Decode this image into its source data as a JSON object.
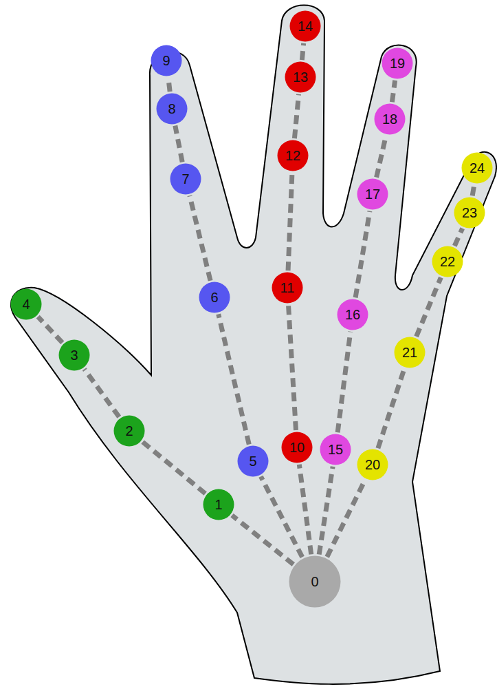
{
  "diagram": {
    "nodes": [
      {
        "text": [
          "0"
        ]
      },
      {
        "text": [
          "1"
        ]
      },
      {
        "text": [
          "2"
        ]
      },
      {
        "text": [
          "3"
        ]
      },
      {
        "text": [
          "4"
        ]
      },
      {
        "text": [
          "5"
        ]
      },
      {
        "text": [
          "6"
        ]
      },
      {
        "text": [
          "7"
        ]
      },
      {
        "text": [
          "8"
        ]
      },
      {
        "text": [
          "9"
        ]
      },
      {
        "text": [
          "10"
        ]
      },
      {
        "text": [
          "11"
        ]
      },
      {
        "text": [
          "12"
        ]
      },
      {
        "text": [
          "13"
        ]
      },
      {
        "text": [
          "14"
        ]
      },
      {
        "text": [
          "15"
        ]
      },
      {
        "text": [
          "16"
        ]
      },
      {
        "text": [
          "17"
        ]
      },
      {
        "text": [
          "18"
        ]
      },
      {
        "text": [
          "19"
        ]
      },
      {
        "text": [
          "20"
        ]
      },
      {
        "text": [
          "21"
        ]
      },
      {
        "text": [
          "22"
        ]
      },
      {
        "text": [
          "23"
        ]
      },
      {
        "text": [
          "24"
        ]
      }
    ],
    "edges": [
      {
        "from": 0,
        "to": 1,
        "arrow": "none"
      },
      {
        "from": 1,
        "to": 2,
        "arrow": "none"
      },
      {
        "from": 2,
        "to": 3,
        "arrow": "none"
      },
      {
        "from": 3,
        "to": 4,
        "arrow": "none"
      },
      {
        "from": 0,
        "to": 5,
        "arrow": "none"
      },
      {
        "from": 5,
        "to": 6,
        "arrow": "none"
      },
      {
        "from": 6,
        "to": 7,
        "arrow": "none"
      },
      {
        "from": 7,
        "to": 8,
        "arrow": "none"
      },
      {
        "from": 8,
        "to": 9,
        "arrow": "none"
      },
      {
        "from": 0,
        "to": 10,
        "arrow": "none"
      },
      {
        "from": 10,
        "to": 11,
        "arrow": "none"
      },
      {
        "from": 11,
        "to": 12,
        "arrow": "none"
      },
      {
        "from": 12,
        "to": 13,
        "arrow": "none"
      },
      {
        "from": 13,
        "to": 14,
        "arrow": "none"
      },
      {
        "from": 0,
        "to": 15,
        "arrow": "none"
      },
      {
        "from": 15,
        "to": 16,
        "arrow": "none"
      },
      {
        "from": 16,
        "to": 17,
        "arrow": "none"
      },
      {
        "from": 17,
        "to": 18,
        "arrow": "none"
      },
      {
        "from": 18,
        "to": 19,
        "arrow": "none"
      },
      {
        "from": 0,
        "to": 20,
        "arrow": "none"
      },
      {
        "from": 20,
        "to": 21,
        "arrow": "none"
      },
      {
        "from": 21,
        "to": 22,
        "arrow": "none"
      },
      {
        "from": 22,
        "to": 23,
        "arrow": "none"
      },
      {
        "from": 23,
        "to": 24,
        "arrow": "none"
      }
    ]
  }
}
